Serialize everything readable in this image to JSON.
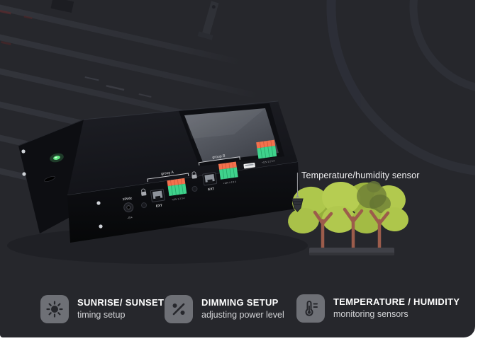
{
  "sensor_callout": {
    "label": "Temperature/humidity sensor"
  },
  "device": {
    "panel_labels": {
      "power": "12Vdc",
      "polarity": "-⊙+",
      "group_a": "group A",
      "group_b": "group B",
      "ext_a": "EXT",
      "ext_b": "EXT",
      "pins_a": "+12V 1 2 3 4",
      "pins_b": "+12V 1 2 3 4",
      "pins_c": "+12V 1 2 3 4"
    }
  },
  "features": [
    {
      "icon": "sun-icon",
      "title": "SUNRISE/ SUNSET",
      "subtitle": "timing setup"
    },
    {
      "icon": "percent-icon",
      "title": "DIMMING SETUP",
      "subtitle": "adjusting power level"
    },
    {
      "icon": "thermometer-icon",
      "title": "TEMPERATURE / HUMIDITY",
      "subtitle": "monitoring sensors"
    }
  ],
  "colors": {
    "card_bg": "#26272c",
    "led_green": "#5fe57f",
    "leaf_green": "#b2c94b",
    "terminal_green": "#3fd28c",
    "terminal_orange": "#f3714d",
    "icon_tile_gray": "#6e7076"
  }
}
